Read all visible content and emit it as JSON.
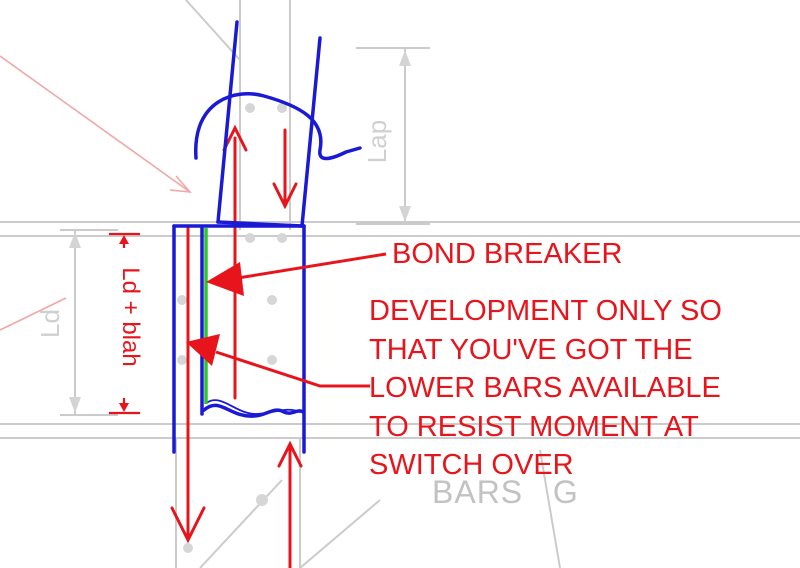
{
  "labels": {
    "bond_breaker": "BOND BREAKER",
    "development_note": "DEVELOPMENT ONLY SO\nTHAT YOU'VE GOT THE\nLOWER BARS AVAILABLE\nTO RESIST MOMENT AT\nSWITCH OVER",
    "side_dimension": "Ld + blah",
    "drawing_lap_dim": "Lap",
    "drawing_ld_dim": "Ld",
    "drawing_bars_label": "BARS",
    "drawing_g_label": "G"
  },
  "colors": {
    "annotation_red": "#e8141b",
    "rebar_blue": "#1a1ad6",
    "bond_breaker_green": "#2ec52e",
    "background_drawing_gray": "#c9c9c9"
  }
}
